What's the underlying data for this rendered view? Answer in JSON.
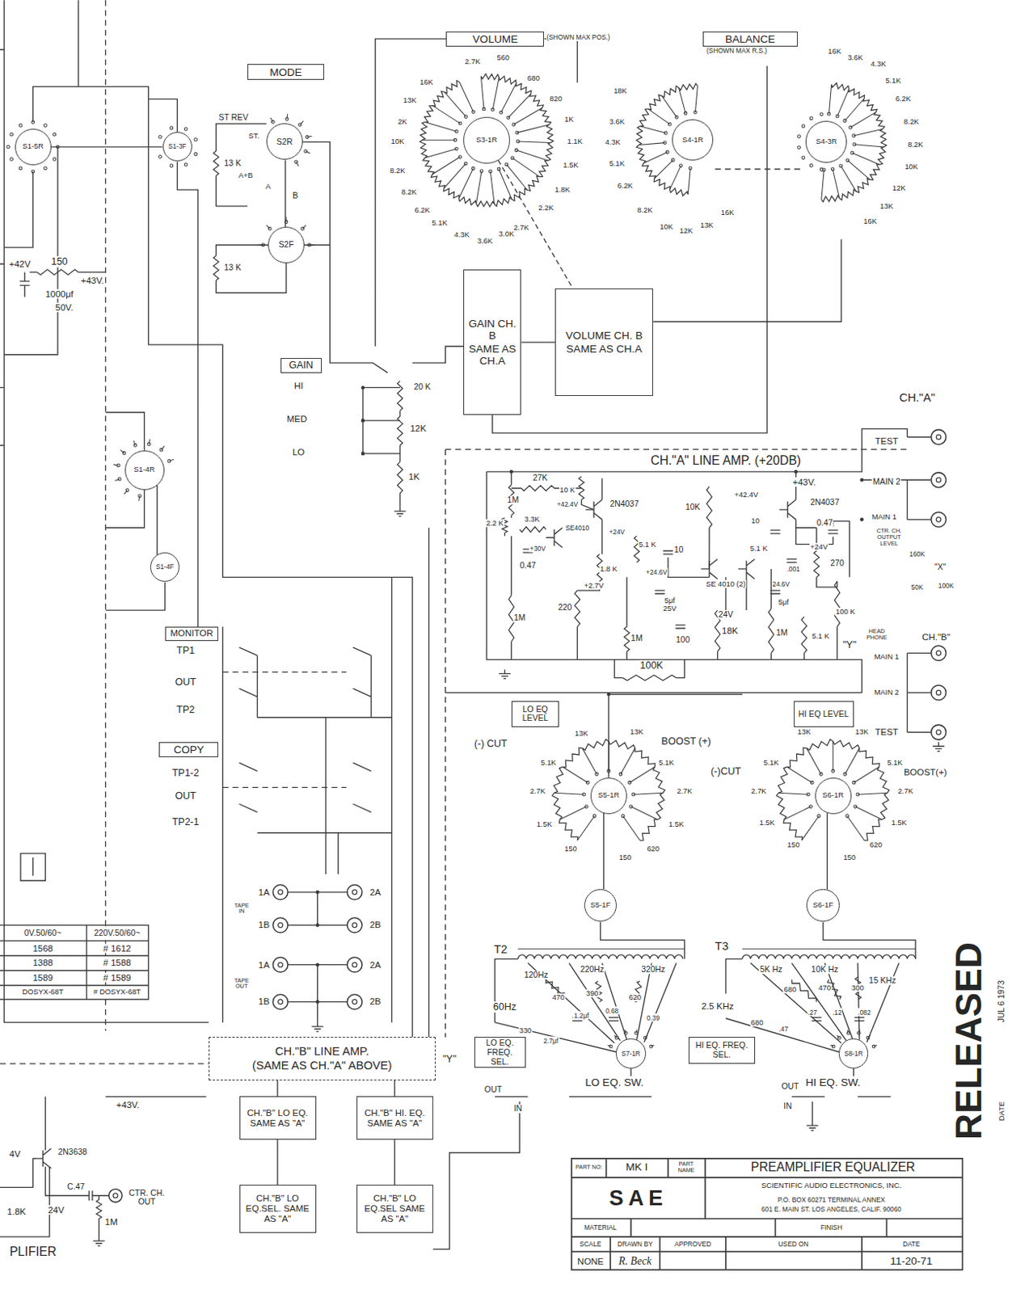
{
  "diagram": {
    "nodes": [
      {
        "text": [
          "S1-5R"
        ]
      },
      {
        "text": [
          "S1-3F"
        ]
      },
      {
        "text": [
          "MODE"
        ]
      },
      {
        "text": [
          "S2R"
        ]
      },
      {
        "text": [
          "S2F"
        ]
      },
      {
        "text": [
          "VOLUME",
          "(SHOWN MAX POS.)"
        ]
      },
      {
        "text": [
          "S3-1R"
        ]
      },
      {
        "text": [
          "BALANCE",
          "(SHOWN MAX R.S.)"
        ]
      },
      {
        "text": [
          "S4-1R"
        ]
      },
      {
        "text": [
          "S4-3R"
        ]
      },
      {
        "text": [
          "GAIN CH. B",
          "SAME AS CH.A"
        ]
      },
      {
        "text": [
          "VOLUME CH. B",
          "SAME AS CH.A"
        ]
      },
      {
        "text": [
          "GAIN"
        ]
      },
      {
        "text": [
          "S1-4R"
        ]
      },
      {
        "text": [
          "S1-4F"
        ]
      },
      {
        "text": [
          "MONITOR"
        ]
      },
      {
        "text": [
          "COPY"
        ]
      },
      {
        "text": [
          "LO EQ LEVEL"
        ]
      },
      {
        "text": [
          "HI EQ LEVEL"
        ]
      },
      {
        "text": [
          "S5-1R"
        ]
      },
      {
        "text": [
          "S6-1R"
        ]
      },
      {
        "text": [
          "S5-1F"
        ]
      },
      {
        "text": [
          "S6-1F"
        ]
      },
      {
        "text": [
          "CH.\"B\" LINE AMP.",
          "(SAME AS CH.\"A\" ABOVE)"
        ]
      },
      {
        "text": [
          "LO EQ. FREQ. SEL."
        ]
      },
      {
        "text": [
          "HI EQ. FREQ. SEL."
        ]
      },
      {
        "text": [
          "S7-1R"
        ]
      },
      {
        "text": [
          "S8-1R"
        ]
      },
      {
        "text": [
          "CH.\"B\" LO EQ. SAME AS \"A\""
        ]
      },
      {
        "text": [
          "CH.\"B\" HI. EQ. SAME AS \"A\""
        ]
      },
      {
        "text": [
          "CH.\"B\" LO EQ.SEL. SAME AS \"A\""
        ]
      },
      {
        "text": [
          "CH.\"B\" LO EQ.SEL SAME AS \"A\""
        ]
      }
    ],
    "edges": [
      {
        "from": 6,
        "to": 11,
        "arrow": "none"
      },
      {
        "from": 10,
        "to": 11,
        "arrow": "none"
      },
      {
        "from": 3,
        "to": 4,
        "arrow": "none"
      },
      {
        "from": 0,
        "to": 1,
        "arrow": "none"
      },
      {
        "from": 13,
        "to": 14,
        "arrow": "none"
      },
      {
        "from": 19,
        "to": 21,
        "arrow": "none"
      },
      {
        "from": 20,
        "to": 22,
        "arrow": "none"
      },
      {
        "from": 23,
        "to": 28,
        "arrow": "none"
      },
      {
        "from": 23,
        "to": 29,
        "arrow": "none"
      },
      {
        "from": 28,
        "to": 30,
        "arrow": "none"
      },
      {
        "from": 29,
        "to": 31,
        "arrow": "none"
      }
    ],
    "labels": [
      "ST REV",
      "ST.",
      "13 K",
      "A+B",
      "A",
      "B",
      "13 K",
      "+42V",
      "150",
      "+43V.",
      "1000μf",
      "50V.",
      "HI",
      "MED",
      "LO",
      "20 K",
      "12K",
      "1K",
      "16K",
      "13K",
      "2K",
      "10K",
      "8.2K",
      "8.2K",
      "6.2K",
      "5.1K",
      "4.3K",
      "3.6K",
      "3.0K",
      "2.7K",
      "2.2K",
      "1.8K",
      "1.5K",
      "1.1K",
      "1K",
      "820",
      "680",
      "560",
      "2.7K",
      "18K",
      "3.6K",
      "4.3K",
      "5.1K",
      "6.2K",
      "8.2K",
      "10K",
      "12K",
      "13K",
      "16K",
      "16K",
      "3.6K",
      "4.3K",
      "5.1K",
      "6.2K",
      "8.2K",
      "8.2K",
      "10K",
      "12K",
      "13K",
      "16K",
      "TP1",
      "OUT",
      "TP2",
      "TP1-2",
      "OUT",
      "TP2-1",
      "1A",
      "1B",
      "2A",
      "2B",
      "TAPE IN",
      "1A",
      "1B",
      "2A",
      "2B",
      "TAPE OUT",
      "0V.50/60~",
      "220V.50/60~",
      "1568",
      "# 1612",
      "1388",
      "# 1588",
      "1589",
      "# 1589",
      "DOSYX-68T",
      "# DOSYX-68T",
      "+43V.",
      "4V",
      "2N3638",
      "1.8K",
      "24V",
      "C.47",
      "CTR. CH. OUT",
      "1M",
      "PLIFIER",
      "CH.\"A\" LINE AMP. (+20DB)",
      "27K",
      "1M",
      "2.2 K",
      "0.47",
      "1M",
      "10 K",
      "+42.4V",
      "2N4037",
      "3.3K",
      "SE4010",
      "+24V",
      "+30V",
      "1.8 K",
      "5.1 K",
      "10",
      "+2.7V",
      "+24.6V",
      "5μf 25V",
      "220",
      "1M",
      "100",
      "10K",
      "+42.4V",
      "+43V.",
      "2N4037",
      "10",
      "0.47",
      "SE 4010 (2)",
      "5.1 K",
      "+24V",
      ".001",
      "24.6V",
      "5μf",
      "24V",
      "18K",
      "1M",
      "100 K",
      "5.1 K",
      "270",
      "100K",
      "\"Y\"",
      "CH.\"A\"",
      "TEST",
      "MAIN 2",
      "MAIN 1",
      "CTR. CH. OUTPUT LEVEL",
      "\"X\"",
      "160K",
      "50K",
      "100K",
      "HEAD PHONE",
      "CH.\"B\"",
      "MAIN 1",
      "MAIN 2",
      "TEST",
      "(-) CUT",
      "BOOST (+)",
      "13K",
      "13K",
      "5.1K",
      "5.1K",
      "2.7K",
      "2.7K",
      "1.5K",
      "1.5K",
      "150",
      "150",
      "620",
      "(-)CUT",
      "BOOST(+)",
      "13K",
      "13K",
      "5.1K",
      "5.1K",
      "2.7K",
      "2.7K",
      "1.5K",
      "1.5K",
      "150",
      "150",
      "620",
      "T2",
      "120Hz",
      "220Hz",
      "320Hz",
      "60Hz",
      "470",
      "390",
      "1.2μf",
      "0.68",
      "620",
      "0.39",
      "330",
      "2.7μf",
      "T3",
      "5K Hz",
      "10K Hz",
      "15 KHz",
      "2.5 KHz",
      "680",
      "470",
      "300",
      ".27",
      ".12",
      ".082",
      "680",
      ".47",
      "LO EQ. SW.",
      "OUT",
      "IN",
      "HI EQ. SW.",
      "OUT",
      "IN",
      "\"Y\"",
      "PART NO:",
      "MK I",
      "PART NAME",
      "PREAMPLIFIER EQUALIZER",
      "SAE",
      "SCIENTIFIC AUDIO ELECTRONICS, INC.",
      "P.O. BOX 60271 TERMINAL ANNEX",
      "601 E. MAIN ST. LOS ANGELES, CALIF. 90060",
      "MATERIAL",
      "FINISH",
      "SCALE",
      "DRAWN BY",
      "APPROVED",
      "USED ON",
      "DATE",
      "NONE",
      "R. Beck",
      "11-20-71",
      "RELEASED",
      "DATE",
      "JUL 6 1973"
    ]
  }
}
